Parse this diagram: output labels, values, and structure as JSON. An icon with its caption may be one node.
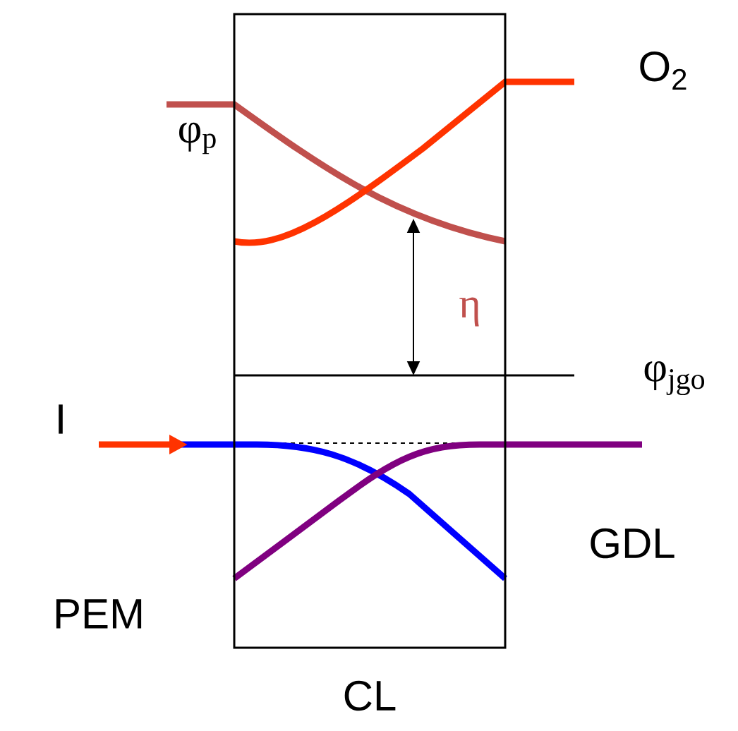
{
  "diagram": {
    "nodes": [
      {
        "text": [
          "CL"
        ]
      }
    ],
    "labels": [
      "O$_{2}$",
      "φ$_{p}$",
      "η",
      "φ$_{jgo}$",
      "I",
      "GDL",
      "PEM"
    ]
  }
}
